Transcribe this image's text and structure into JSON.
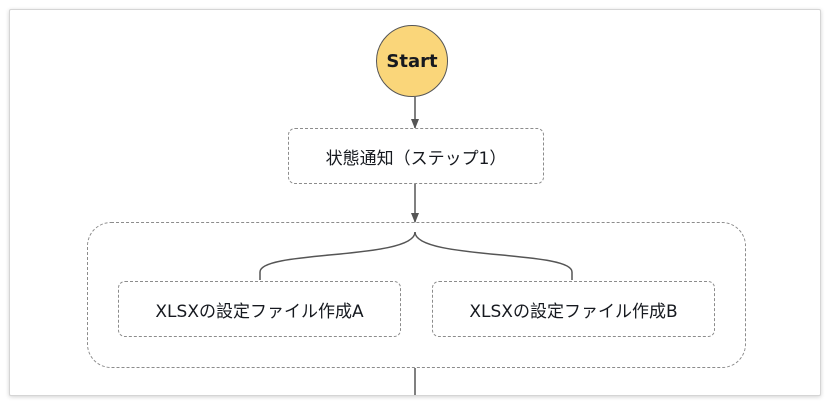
{
  "diagram": {
    "start": {
      "label": "Start"
    },
    "step1": {
      "label": "状態通知（ステップ1）"
    },
    "parallel": {
      "branches": [
        {
          "label": "XLSXの設定ファイル作成A"
        },
        {
          "label": "XLSXの設定ファイル作成B"
        }
      ]
    }
  },
  "colors": {
    "start_fill": "#fad67a",
    "edge": "#555555",
    "dashed_border": "#8c8c8c",
    "text": "#16191f"
  }
}
